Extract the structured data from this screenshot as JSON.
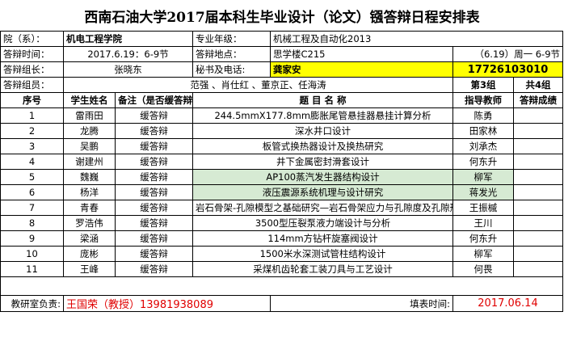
{
  "title": "西南石油大学2017届本科生毕业设计（论文）镪答辩日程安排表",
  "info": {
    "college_label": "院（系）：",
    "college_value": "机电工程学院",
    "major_label": "专业年级：",
    "major_value": "机械工程及自动化2013",
    "time_label": "答辩时间：",
    "time_value": "2017.6.19：6-9节",
    "place_label": "答辩地点：",
    "place_value": "思学楼C215",
    "schedule_value": "（6.19）周一 6-9节",
    "leader_label": "答辩组长：",
    "leader_value": "张晓东",
    "secretary_label": "秘书及电话:",
    "secretary_name": "龚家安",
    "secretary_phone": "17726103010",
    "members_label": "答辩组员：",
    "members_value": "范强 、肖仕红 、董京正、任海涛",
    "group_no": "第3组",
    "group_total": "共4组"
  },
  "columns": {
    "no": "序号",
    "name": "学生姓名",
    "note": "备注（是否缓答辩）",
    "topic": "题 目 名 称",
    "teacher": "指导教师",
    "score": "答辩成绩"
  },
  "rows": [
    {
      "no": "1",
      "name": "雷雨田",
      "note": "缓答辩",
      "topic": "244.5mmX177.8mm膨胀尾管悬挂器悬挂计算分析",
      "teacher": "陈勇",
      "highlight": false
    },
    {
      "no": "2",
      "name": "龙腾",
      "note": "缓答辩",
      "topic": "深水井口设计",
      "teacher": "田家林",
      "highlight": false
    },
    {
      "no": "3",
      "name": "吴鹏",
      "note": "缓答辩",
      "topic": "板管式换热器设计及换热研究",
      "teacher": "刘承杰",
      "highlight": false
    },
    {
      "no": "4",
      "name": "谢建州",
      "note": "缓答辩",
      "topic": "井下金属密封滑套设计",
      "teacher": "何东升",
      "highlight": false
    },
    {
      "no": "5",
      "name": "魏巍",
      "note": "缓答辩",
      "topic": "AP100蒸汽发生器结构设计",
      "teacher": "柳军",
      "highlight": true
    },
    {
      "no": "6",
      "name": "杨洋",
      "note": "缓答辩",
      "topic": "液压震源系统机理与设计研究",
      "teacher": "蒋发光",
      "highlight": true
    },
    {
      "no": "7",
      "name": "青春",
      "note": "缓答辩",
      "topic": "岩石骨架-孔隙模型之基础研究—岩石骨架应力与孔隙度及孔隙形状的关系",
      "teacher": "王振槭",
      "highlight": false
    },
    {
      "no": "8",
      "name": "罗浩伟",
      "note": "缓答辩",
      "topic": "3500型压裂泵液力端设计与分析",
      "teacher": "王川",
      "highlight": false
    },
    {
      "no": "9",
      "name": "梁涵",
      "note": "缓答辩",
      "topic": "114mm方钻杆旋塞阀设计",
      "teacher": "何东升",
      "highlight": false
    },
    {
      "no": "10",
      "name": "庞彬",
      "note": "缓答辩",
      "topic": "1500米水深测试管柱结构设计",
      "teacher": "柳军",
      "highlight": false
    },
    {
      "no": "11",
      "name": "王峰",
      "note": "缓答辩",
      "topic": "采煤机齿轮套工装刀具与工艺设计",
      "teacher": "何畏",
      "highlight": false
    }
  ],
  "footer": {
    "office_label": "教研室负责:",
    "office_value": "王国荣（教授）13981938089",
    "date_label": "填表时间:",
    "date_value": "2017.06.14"
  },
  "colors": {
    "highlight_yellow": "#ffff00",
    "highlight_green": "#d6ead3",
    "footer_red": "#e00000"
  }
}
